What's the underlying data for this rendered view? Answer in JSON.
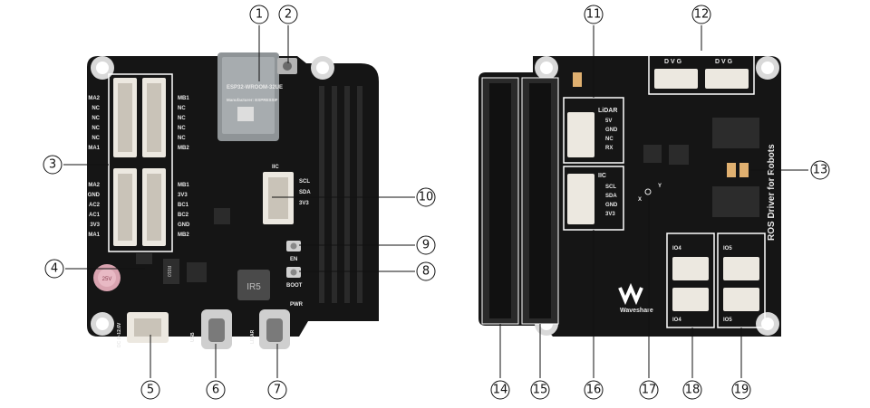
{
  "callouts": [
    "1",
    "2",
    "3",
    "4",
    "5",
    "6",
    "7",
    "8",
    "9",
    "10",
    "11",
    "12",
    "13",
    "14",
    "15",
    "16",
    "17",
    "18",
    "19"
  ],
  "front": {
    "module_brand": "ESP32-WROOM-32UE",
    "module_small": "Manufacturer: ESPRESSIF",
    "motor_left_labels": [
      "MA2",
      "NC",
      "NC",
      "NC",
      "NC",
      "MA1"
    ],
    "motor_right_labels": [
      "MB1",
      "NC",
      "NC",
      "NC",
      "NC",
      "MB2"
    ],
    "enc_left_labels": [
      "MA2",
      "GND",
      "AC2",
      "AC1",
      "3V3",
      "MA1"
    ],
    "enc_right_labels": [
      "MB1",
      "3V3",
      "BC1",
      "BC2",
      "GND",
      "MB2"
    ],
    "iic_title": "IIC",
    "iic_pins": [
      "SCL",
      "SDA",
      "3V3"
    ],
    "en_label": "EN",
    "boot_label": "BOOT",
    "pwr_label": "PWR",
    "dc_label": "DC 6~12.6V",
    "usb_label": "USB",
    "lidar_port_label": "LIDAR",
    "inductor_label": "IR5",
    "resistor_label": "R010",
    "cap_label": "25V"
  },
  "back": {
    "dvg1": "D V G",
    "dvg2": "D V G",
    "lidar_title": "LiDAR",
    "lidar_pins": [
      "5V",
      "GND",
      "NC",
      "RX"
    ],
    "iic_title": "IIC",
    "iic_pins": [
      "SCL",
      "SDA",
      "GND",
      "3V3"
    ],
    "side_text": "ROS Driver for Robots",
    "io_labels": [
      "IO4",
      "IO5",
      "IO4",
      "IO5"
    ],
    "brand": "Waveshare",
    "imu_x": "X",
    "imu_y": "Y"
  }
}
